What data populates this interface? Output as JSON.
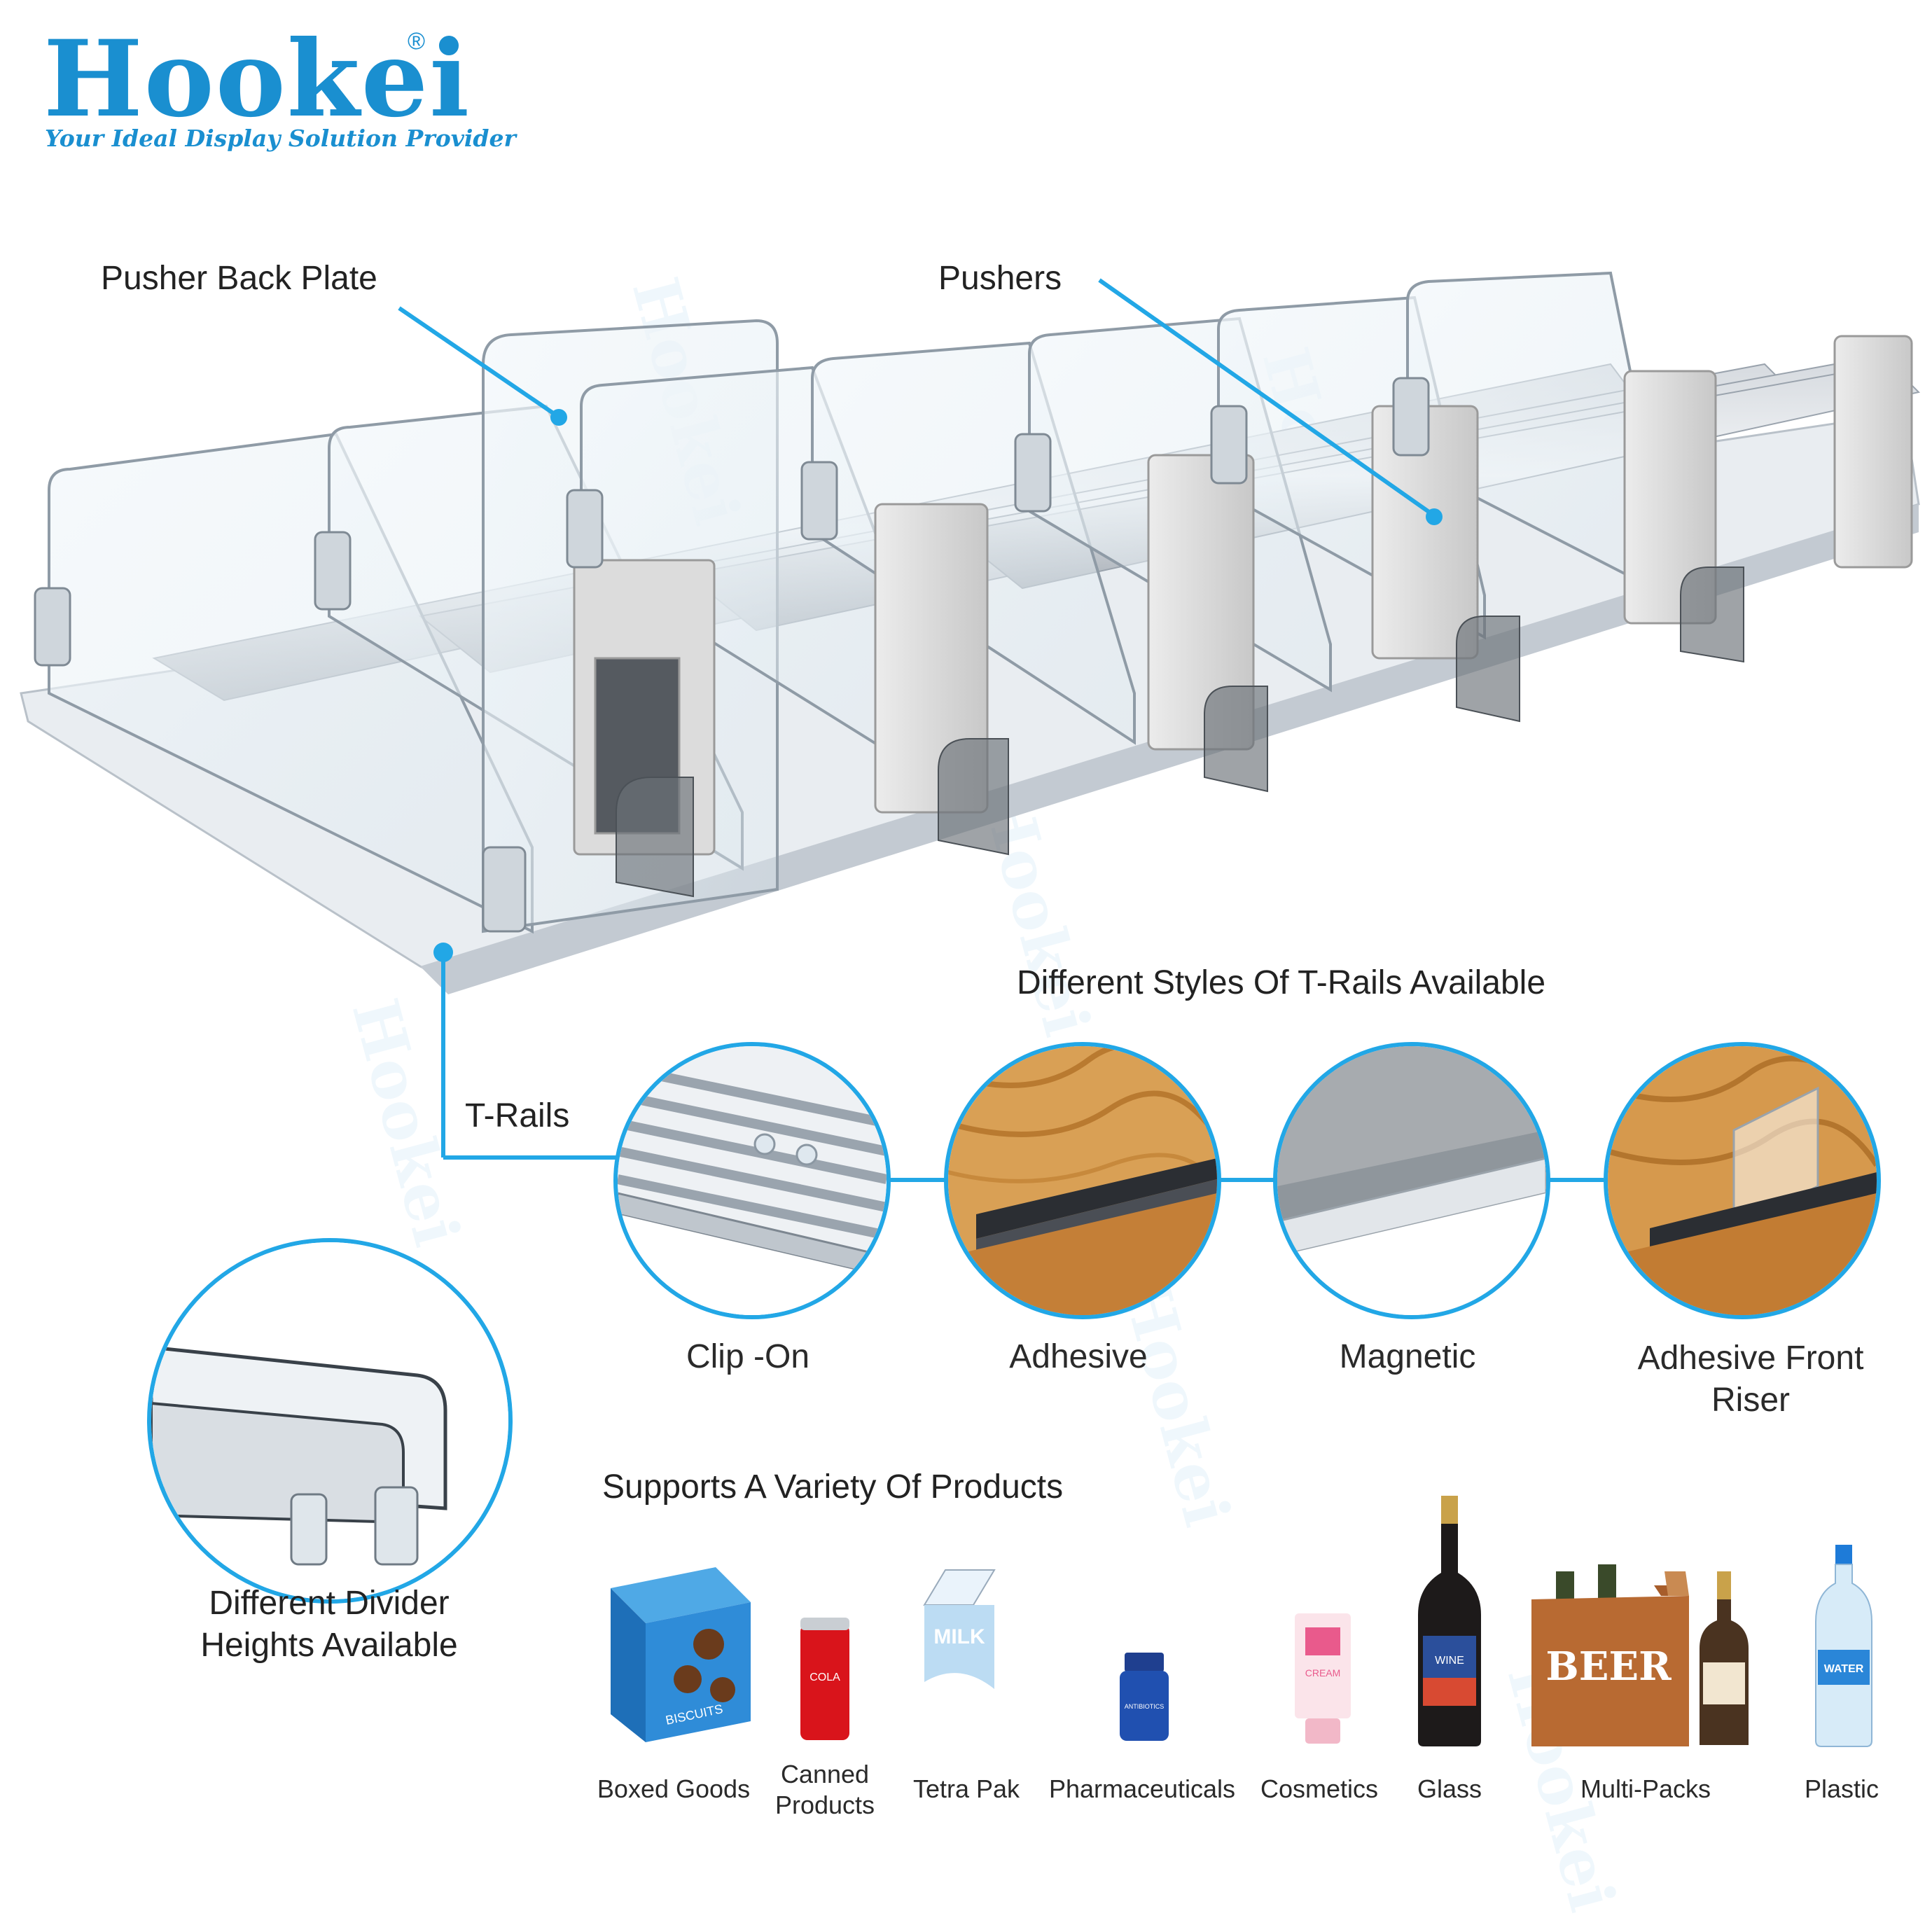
{
  "brand": {
    "name": "Hookei",
    "registered": "®",
    "tagline": "Your Ideal Display Solution Provider"
  },
  "callouts": {
    "pusher_back_plate": "Pusher Back Plate",
    "pushers": "Pushers",
    "t_rails": "T-Rails"
  },
  "trail_section": {
    "title": "Different Styles Of T-Rails Available",
    "styles": [
      {
        "label": "Clip -On",
        "icon": "clip-on-rail-image"
      },
      {
        "label": "Adhesive",
        "icon": "adhesive-rail-image"
      },
      {
        "label": "Magnetic",
        "icon": "magnetic-rail-image"
      },
      {
        "label": "Adhesive Front Riser",
        "icon": "adhesive-front-riser-image"
      }
    ]
  },
  "divider_section": {
    "label_line1": "Different Divider",
    "label_line2": "Heights Available"
  },
  "products_section": {
    "title": "Supports A Variety Of Products",
    "items": [
      {
        "label": "Boxed Goods",
        "icon": "biscuit-box-icon",
        "print": "BISCUITS"
      },
      {
        "label": "Canned Products",
        "icon": "cola-can-icon",
        "print": "COLA"
      },
      {
        "label": "Tetra Pak",
        "icon": "milk-carton-icon",
        "print": "MILK"
      },
      {
        "label": "Pharmaceuticals",
        "icon": "pill-bottle-icon",
        "print": "ANTIBIOTICS"
      },
      {
        "label": "Cosmetics",
        "icon": "cream-tube-icon",
        "print": "CREAM"
      },
      {
        "label": "Glass",
        "icon": "wine-bottle-icon",
        "print": "WINE"
      },
      {
        "label": "Multi-Packs",
        "icon": "beer-pack-icon",
        "print": "BEER"
      },
      {
        "label": "Plastic",
        "icon": "water-bottle-icon",
        "print": "WATER"
      }
    ]
  },
  "colors": {
    "accent": "#22a7e6",
    "brand": "#1a8fd0"
  }
}
